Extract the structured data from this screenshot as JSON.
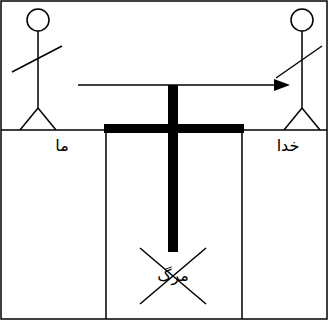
{
  "diagram": {
    "labels": [
      "ما",
      "خدا",
      "مرگ"
    ]
  }
}
